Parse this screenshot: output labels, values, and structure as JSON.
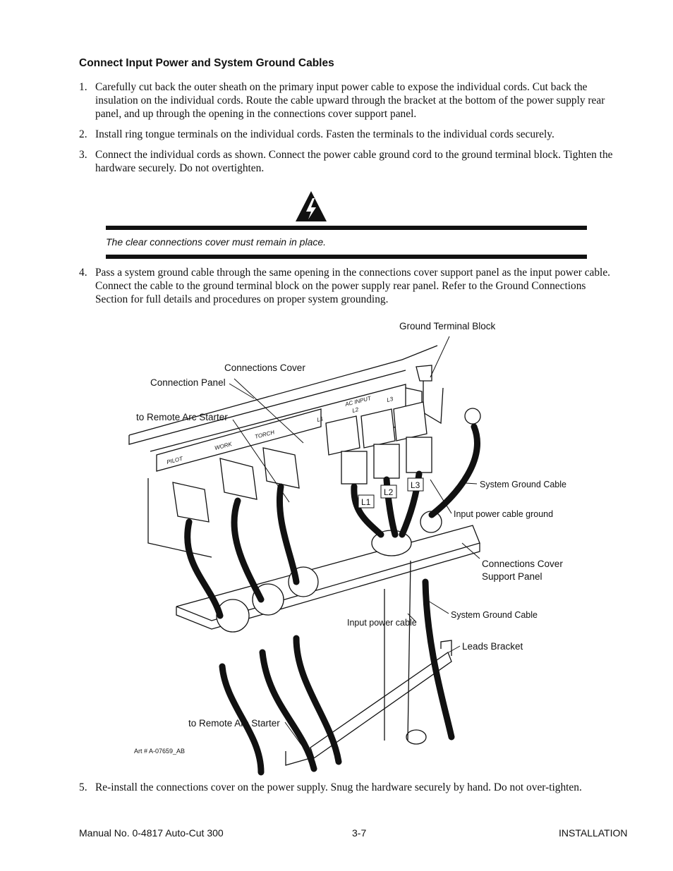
{
  "section_title": "Connect Input Power and System Ground Cables",
  "steps": [
    {
      "num": "1.",
      "text": "Carefully cut back the outer sheath on the primary input power cable to expose the individual cords.  Cut back the insulation on the individual cords.  Route the cable upward through the bracket at the bottom of the power supply rear panel, and up through the opening in the connections cover support panel."
    },
    {
      "num": "2.",
      "text": "Install ring tongue terminals on the individual cords.  Fasten the terminals to the individual cords securely."
    },
    {
      "num": "3.",
      "text": "Connect the individual cords as shown.  Connect the power cable ground cord to the ground terminal block.  Tighten the hardware securely.  Do not overtighten."
    },
    {
      "num": "4.",
      "text": "Pass a system ground cable through the same opening in the connections cover support panel as the input power cable.  Connect the cable to the ground terminal block on the power supply rear panel.    Refer to the Ground Connections Section for full details and procedures on proper system grounding."
    },
    {
      "num": "5.",
      "text": "Re-install the connections cover on the power supply.  Snug the hardware securely by hand.  Do not over-tighten."
    }
  ],
  "warning": {
    "icon": "electrical-hazard-icon",
    "text": "The clear connections cover must remain in place."
  },
  "figure": {
    "callouts": {
      "ground_terminal_block": "Ground Terminal Block",
      "connections_cover": "Connections Cover",
      "connection_panel": "Connection Panel",
      "to_remote_arc_starter_top": "to Remote Arc Starter",
      "system_ground_cable_top": "System Ground Cable",
      "input_power_cable_ground": "Input power cable ground",
      "connections_cover_support_panel_line1": "Connections Cover",
      "connections_cover_support_panel_line2": "Support Panel",
      "system_ground_cable_bottom": "System Ground Cable",
      "input_power_cable": "Input power cable",
      "leads_bracket": "Leads Bracket",
      "to_remote_arc_starter_bottom": "to Remote Arc Starter"
    },
    "terminal_labels": {
      "l1": "L1",
      "l2": "L2",
      "l3": "L3",
      "pilot": "PILOT",
      "work": "WORK",
      "torch": "TORCH",
      "ac_input": "AC INPUT",
      "panel_l1": "L1",
      "panel_l2": "L2",
      "panel_l3": "L3"
    },
    "art_number": "Art # A-07659_AB"
  },
  "footer": {
    "left": "Manual No. 0-4817 Auto-Cut 300",
    "center": "3-7",
    "right": "INSTALLATION"
  }
}
